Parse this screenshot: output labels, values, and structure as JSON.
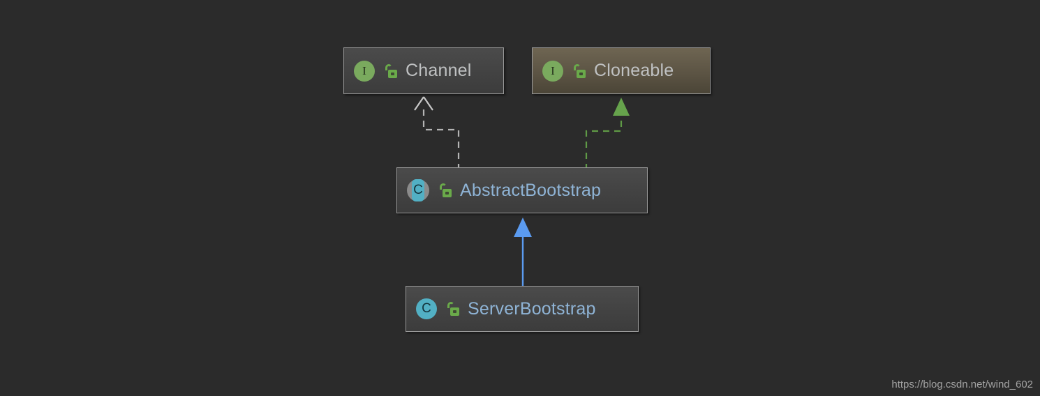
{
  "diagram": {
    "background_color": "#2b2b2b",
    "nodes": [
      {
        "id": "channel",
        "label": "Channel",
        "kind": "interface",
        "icon": "interface-icon",
        "icon_glyph": "I",
        "visibility_icon": "open-padlock-icon",
        "box_style": "gray",
        "label_color": "#bfc1c2"
      },
      {
        "id": "cloneable",
        "label": "Cloneable",
        "kind": "interface",
        "icon": "interface-icon",
        "icon_glyph": "I",
        "visibility_icon": "open-padlock-icon",
        "box_style": "olive",
        "label_color": "#bfc1c2"
      },
      {
        "id": "abstractbootstrap",
        "label": "AbstractBootstrap",
        "kind": "abstract-class",
        "icon": "abstract-class-icon",
        "icon_glyph": "C",
        "visibility_icon": "open-padlock-icon",
        "box_style": "gray",
        "label_color": "#8fb4d6"
      },
      {
        "id": "serverbootstrap",
        "label": "ServerBootstrap",
        "kind": "class",
        "icon": "class-icon",
        "icon_glyph": "C",
        "visibility_icon": "open-padlock-icon",
        "box_style": "gray",
        "label_color": "#8fb4d6"
      }
    ],
    "edges": [
      {
        "id": "abstractbootstrap-implements-channel",
        "from": "abstractbootstrap",
        "to": "channel",
        "relation": "realization",
        "line": "dashed",
        "arrow": "hollow-triangle",
        "color": "#b5b5b5"
      },
      {
        "id": "abstractbootstrap-implements-cloneable",
        "from": "abstractbootstrap",
        "to": "cloneable",
        "relation": "realization",
        "line": "dashed",
        "arrow": "filled-triangle",
        "color": "#6aaa4a"
      },
      {
        "id": "serverbootstrap-extends-abstractbootstrap",
        "from": "serverbootstrap",
        "to": "abstractbootstrap",
        "relation": "generalization",
        "line": "solid",
        "arrow": "filled-triangle",
        "color": "#5b9bf0"
      }
    ]
  },
  "watermark": {
    "text": "https://blog.csdn.net/wind_602"
  }
}
